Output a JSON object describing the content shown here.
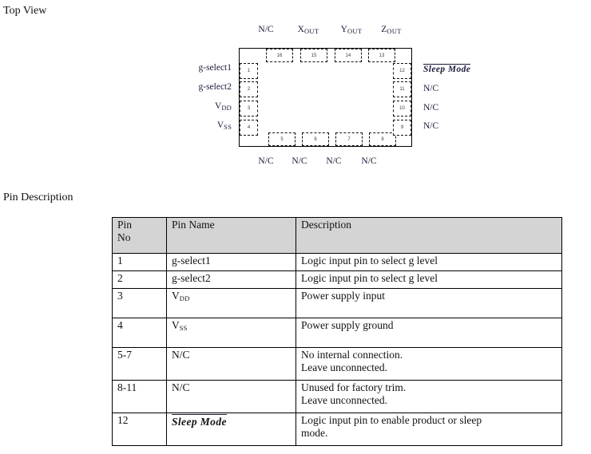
{
  "sections": {
    "top_view_heading": "Top View",
    "pin_description_heading": "Pin Description"
  },
  "package_diagram": {
    "top_labels": [
      "N/C",
      "XOUT",
      "YOUT",
      "ZOUT"
    ],
    "top_labels_parts": [
      {
        "base": "N/C",
        "sub": ""
      },
      {
        "base": "X",
        "sub": "OUT"
      },
      {
        "base": "Y",
        "sub": "OUT"
      },
      {
        "base": "Z",
        "sub": "OUT"
      }
    ],
    "bottom_labels": [
      "N/C",
      "N/C",
      "N/C",
      "N/C"
    ],
    "left_labels_parts": [
      {
        "base": "g-select1",
        "sub": ""
      },
      {
        "base": "g-select2",
        "sub": ""
      },
      {
        "base": "V",
        "sub": "DD"
      },
      {
        "base": "V",
        "sub": "SS"
      }
    ],
    "right_labels_parts": [
      {
        "base": "Sleep Mode",
        "sub": "",
        "style": "overline-italic"
      },
      {
        "base": "N/C",
        "sub": ""
      },
      {
        "base": "N/C",
        "sub": ""
      },
      {
        "base": "N/C",
        "sub": ""
      }
    ],
    "pin_numbers": {
      "top": [
        "16",
        "15",
        "14",
        "13"
      ],
      "left": [
        "1",
        "2",
        "3",
        "4"
      ],
      "bottom": [
        "5",
        "6",
        "7",
        "8"
      ],
      "right": [
        "12",
        "11",
        "10",
        "9"
      ]
    }
  },
  "table": {
    "headers": {
      "pin_no_line1": "Pin",
      "pin_no_line2": "No",
      "pin_name": "Pin Name",
      "description": "Description"
    },
    "rows": [
      {
        "no": "1",
        "name_base": "g-select1",
        "name_sub": "",
        "desc_line1": "Logic input pin to select g level",
        "desc_line2": ""
      },
      {
        "no": "2",
        "name_base": "g-select2",
        "name_sub": "",
        "desc_line1": "Logic input pin to select g level",
        "desc_line2": ""
      },
      {
        "no": "3",
        "name_base": "V",
        "name_sub": "DD",
        "desc_line1": "Power supply input",
        "desc_line2": ""
      },
      {
        "no": "4",
        "name_base": "V",
        "name_sub": "SS",
        "desc_line1": "Power supply ground",
        "desc_line2": ""
      },
      {
        "no": "5-7",
        "name_base": "N/C",
        "name_sub": "",
        "desc_line1": "No internal connection.",
        "desc_line2": "Leave unconnected."
      },
      {
        "no": "8-11",
        "name_base": "N/C",
        "name_sub": "",
        "desc_line1": "Unused for factory trim.",
        "desc_line2": "Leave unconnected."
      },
      {
        "no": "12",
        "name_base": "Sleep Mode",
        "name_sub": "",
        "name_style": "overline-italic",
        "desc_line1": "Logic input pin to enable product or sleep",
        "desc_line2": "mode."
      }
    ]
  },
  "colors": {
    "header_fill": "#d4d4d4",
    "border": "#000000",
    "text": "#121212",
    "diagram_text": "#1a1a3a",
    "pin_number_text": "#4a3b2a"
  }
}
